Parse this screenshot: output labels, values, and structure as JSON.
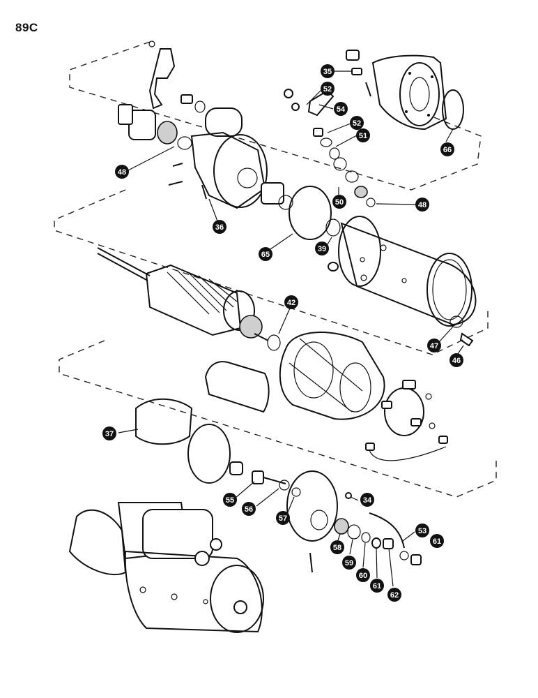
{
  "page": {
    "number": "89C"
  },
  "callouts": [
    {
      "id": "c35",
      "label": "35"
    },
    {
      "id": "c52a",
      "label": "52"
    },
    {
      "id": "c54",
      "label": "54"
    },
    {
      "id": "c52b",
      "label": "52"
    },
    {
      "id": "c51",
      "label": "51"
    },
    {
      "id": "c66",
      "label": "66"
    },
    {
      "id": "c48a",
      "label": "48"
    },
    {
      "id": "c36",
      "label": "36"
    },
    {
      "id": "c65",
      "label": "65"
    },
    {
      "id": "c39",
      "label": "39"
    },
    {
      "id": "c50",
      "label": "50"
    },
    {
      "id": "c48b",
      "label": "48"
    },
    {
      "id": "c42",
      "label": "42"
    },
    {
      "id": "c47",
      "label": "47"
    },
    {
      "id": "c46",
      "label": "46"
    },
    {
      "id": "c37",
      "label": "37"
    },
    {
      "id": "c55",
      "label": "55"
    },
    {
      "id": "c56",
      "label": "56"
    },
    {
      "id": "c57",
      "label": "57"
    },
    {
      "id": "c34",
      "label": "34"
    },
    {
      "id": "c53",
      "label": "53"
    },
    {
      "id": "c61a",
      "label": "61"
    },
    {
      "id": "c58",
      "label": "58"
    },
    {
      "id": "c59",
      "label": "59"
    },
    {
      "id": "c60",
      "label": "60"
    },
    {
      "id": "c61b",
      "label": "61"
    },
    {
      "id": "c62",
      "label": "62"
    }
  ]
}
